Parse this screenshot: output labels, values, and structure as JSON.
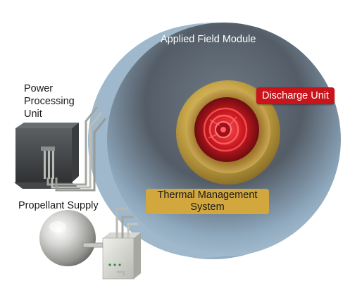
{
  "labels": {
    "applied_field_module": "Applied Field Module",
    "discharge_unit": "Discharge Unit",
    "thermal_management_line1": "Thermal Management",
    "thermal_management_line2": "System",
    "power_processing_line1": "Power",
    "power_processing_line2": "Processing",
    "power_processing_line3": "Unit",
    "propellant_supply": "Propellant Supply"
  },
  "colors": {
    "discharge_badge": "#c8141a",
    "thermal_badge": "#d2a73d",
    "module_face_dark": "#3b4148",
    "module_rim": "#a9c3d6",
    "gold_ring": "#c9a84a",
    "discharge_red": "#b0101a"
  }
}
